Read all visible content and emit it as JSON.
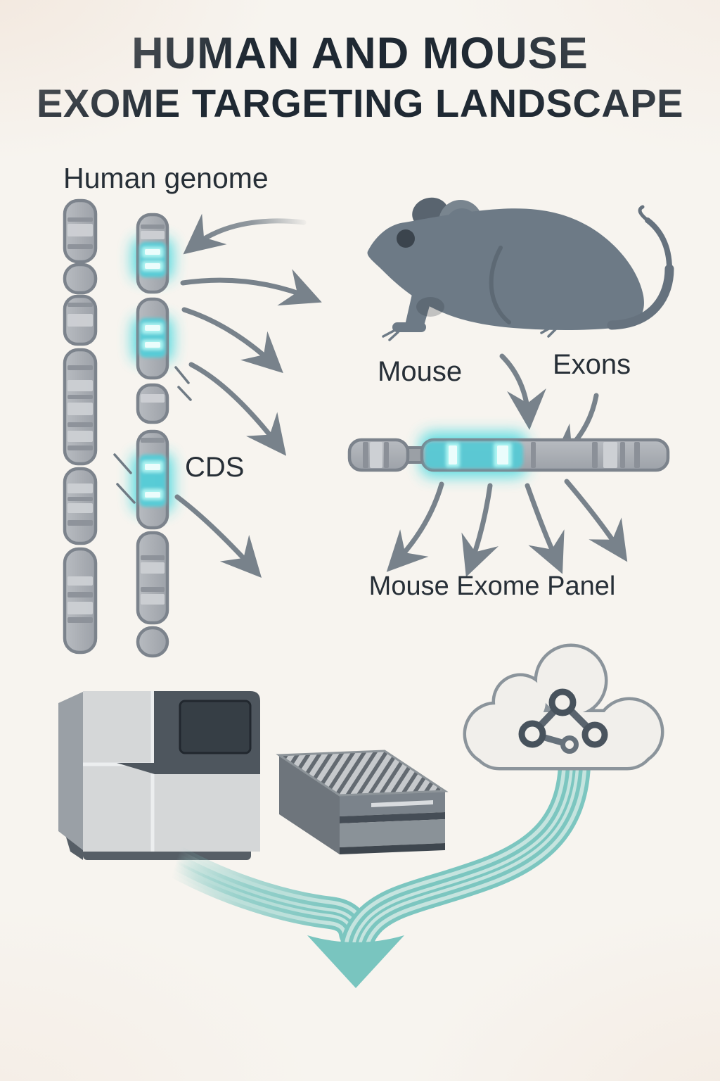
{
  "title": {
    "line1": "HUMAN AND MOUSE",
    "line2": "EXOME TARGETING LANDSCAPE"
  },
  "labels": {
    "human_genome": "Human genome",
    "mouse": "Mouse",
    "exons": "Exons",
    "cds": "CDS",
    "mouse_exome_panel": "Mouse Exome Panel"
  },
  "icons": {
    "cloud": "cloud-icon",
    "network": "network-nodes-icon",
    "flow_arrow": "merge-down-arrow-icon"
  },
  "colors": {
    "background": "#f7f4ef",
    "title_text": "#1f2933",
    "label_text": "#272f37",
    "chromosome_fill": "#a9adb3",
    "chromosome_outline": "#7c838c",
    "exon_glow_cyan": "#35d8e0",
    "arrow_gray": "#78828b",
    "mouse_gray": "#6d7a86",
    "sequencer_light": "#d5d7d8",
    "sequencer_dark": "#4e565e",
    "cloud_outline": "#8b949b",
    "flow_teal": "#7cc6c0"
  }
}
